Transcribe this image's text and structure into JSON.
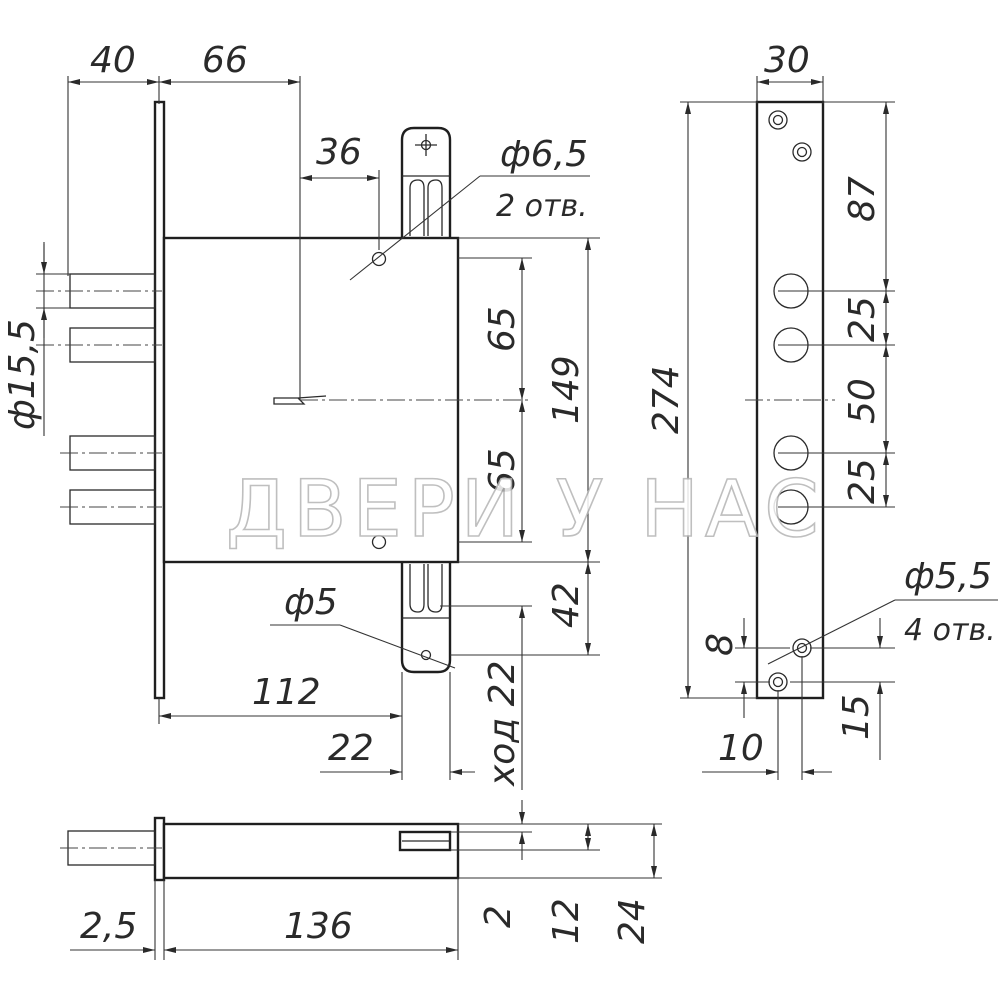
{
  "watermark": "ДВЕРИ У НАС",
  "dimensions": {
    "d40": "40",
    "d66": "66",
    "d36": "36",
    "hole_d65": "ф6,5",
    "holes_2": "2 отв.",
    "d65_top": "65",
    "d149": "149",
    "d65_bottom": "65",
    "d_cyl": "ф15,5",
    "d5": "ф5",
    "d42": "42",
    "d112": "112",
    "d22": "22",
    "stroke22": "ход 22",
    "d30": "30",
    "d87": "87",
    "d25_top": "25",
    "d50": "50",
    "d25_bottom": "25",
    "d274": "274",
    "hole_d55": "ф5,5",
    "holes_4": "4 отв.",
    "d8": "8",
    "d10": "10",
    "d15": "15",
    "d2_5": "2,5",
    "d136": "136",
    "d2": "2",
    "d12": "12",
    "d24": "24"
  }
}
